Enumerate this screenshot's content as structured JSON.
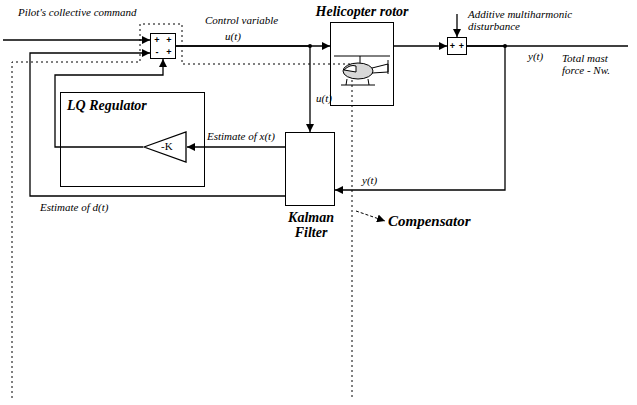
{
  "diagram": {
    "nodes": [
      {
        "text": [
          "+",
          "+",
          "-",
          "+"
        ]
      },
      {
        "text": [
          "Helicopter rotor"
        ]
      },
      {
        "text": [
          "+",
          "+"
        ]
      },
      {
        "text": [
          "LQ Regulator"
        ]
      },
      {
        "text": [
          "-K"
        ],
        "in": 3
      },
      {
        "text": [
          "Kalman Filter"
        ]
      }
    ],
    "edges": [
      {
        "from": 0,
        "to": 1,
        "arrow": "to"
      },
      {
        "from": 1,
        "to": 2,
        "arrow": "to"
      },
      {
        "from": 4,
        "to": 0,
        "arrow": "to"
      },
      {
        "from": 5,
        "to": 4,
        "arrow": "to"
      },
      {
        "from": 5,
        "to": 0,
        "arrow": "to"
      },
      {
        "from": 2,
        "to": 5,
        "arrow": "to"
      },
      {
        "from": 0,
        "to": 5,
        "arrow": "to"
      }
    ],
    "labels": [
      "Pilot's collective command",
      "Control variable",
      "u(t)",
      "Additive multiharmonic disturbance",
      "y(t)",
      "Total mast force - Nw.",
      "Estimate of x(t)",
      "u(t)",
      "y(t)",
      "Estimate of d(t)",
      "Compensator"
    ]
  }
}
